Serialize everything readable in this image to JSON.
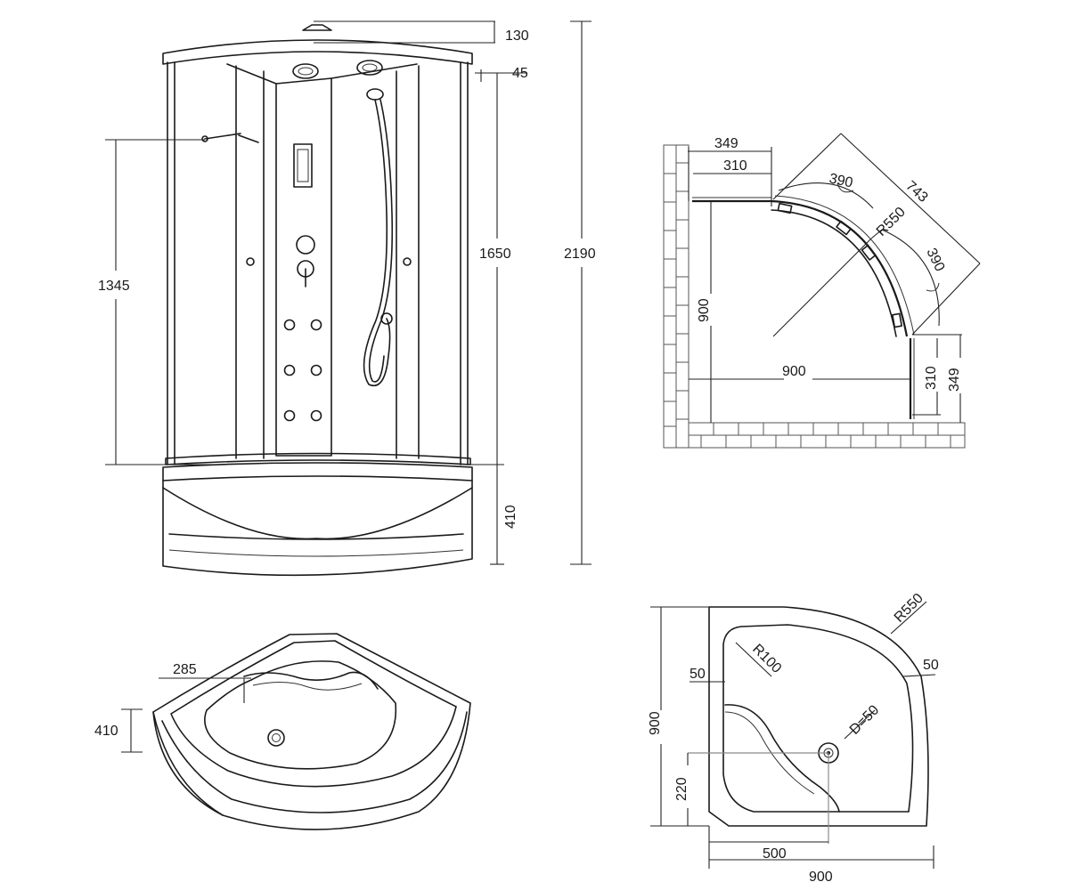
{
  "front_view": {
    "dims": {
      "top_cap": "130",
      "top_offset": "45",
      "shower_height": "1650",
      "total_height": "2190",
      "mixer_height": "1345",
      "tray_height": "410"
    }
  },
  "plan_view": {
    "dims": {
      "top_outer": "349",
      "top_inner": "310",
      "panel_top": "390",
      "diagonal": "743",
      "radius": "R550",
      "panel_right": "390",
      "left_depth": "900",
      "bottom_width": "900",
      "right_inner": "310",
      "right_outer": "349"
    }
  },
  "tray_perspective": {
    "dims": {
      "seat_height": "285",
      "tray_height": "410"
    }
  },
  "tray_plan": {
    "dims": {
      "outer_radius": "R550",
      "rim_right": "50",
      "rim_left": "50",
      "corner_radius": "R100",
      "drain": "D=50",
      "depth": "900",
      "drain_offset_y": "220",
      "drain_offset_x": "500",
      "width": "900"
    }
  },
  "colors": {
    "line": "#1a1a1a",
    "dimension": "#222222",
    "hidden": "#8a8a8a",
    "background": "#ffffff"
  }
}
